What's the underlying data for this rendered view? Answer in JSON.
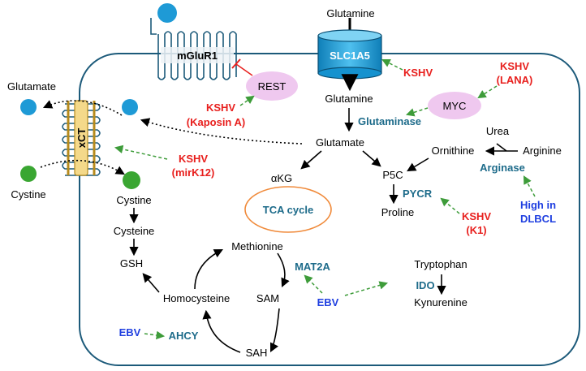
{
  "colors": {
    "cell_border": "#1c5a7a",
    "kshv_red": "#e8201e",
    "enzyme_teal": "#1d6b8a",
    "ebv_blue": "#1f3fe0",
    "dashed_arrow_green": "#3e9c3a",
    "glutamate_circle": "#1e9ad6",
    "cystine_circle": "#3aa632",
    "transporter_blue": "#1e9ad6",
    "rest_myc_ellipse": "#efc8ef",
    "tca_ellipse": "#f08a3a"
  },
  "labels": {
    "glutamine_outside": "Glutamine",
    "slc1a5": "SLC1A5",
    "glutamine_inside": "Glutamine",
    "glutaminase": "Glutaminase",
    "glutamate_center": "Glutamate",
    "akg": "αKG",
    "tca_cycle": "TCA cycle",
    "p5c": "P5C",
    "proline": "Proline",
    "pycr": "PYCR",
    "ornithine": "Ornithine",
    "urea": "Urea",
    "arginine": "Arginine",
    "arginase": "Arginase",
    "high_in_dlbcl_1": "High in",
    "high_in_dlbcl_2": "DLBCL",
    "mglur1": "mGluR1",
    "rest": "REST",
    "myc": "MYC",
    "xct": "xCT",
    "glutamate_outside": "Glutamate",
    "cystine_outside": "Cystine",
    "cystine_inside": "Cystine",
    "cysteine": "Cysteine",
    "gsh": "GSH",
    "methionine": "Methionine",
    "mat2a": "MAT2A",
    "sam": "SAM",
    "sah": "SAH",
    "homocysteine": "Homocysteine",
    "ahcy": "AHCY",
    "tryptophan": "Tryptophan",
    "ido": "IDO",
    "kynurenine": "Kynurenine",
    "kshv_slc1a5": "KSHV",
    "kshv_lana_1": "KSHV",
    "kshv_lana_2": "(LANA)",
    "kshv_kaposin_1": "KSHV",
    "kshv_kaposin_2": "(Kaposin A)",
    "kshv_mirk12_1": "KSHV",
    "kshv_mirk12_2": "(mirK12)",
    "kshv_k1_1": "KSHV",
    "kshv_k1_2": "(K1)",
    "ebv_ido": "EBV",
    "ebv_ahcy": "EBV"
  }
}
